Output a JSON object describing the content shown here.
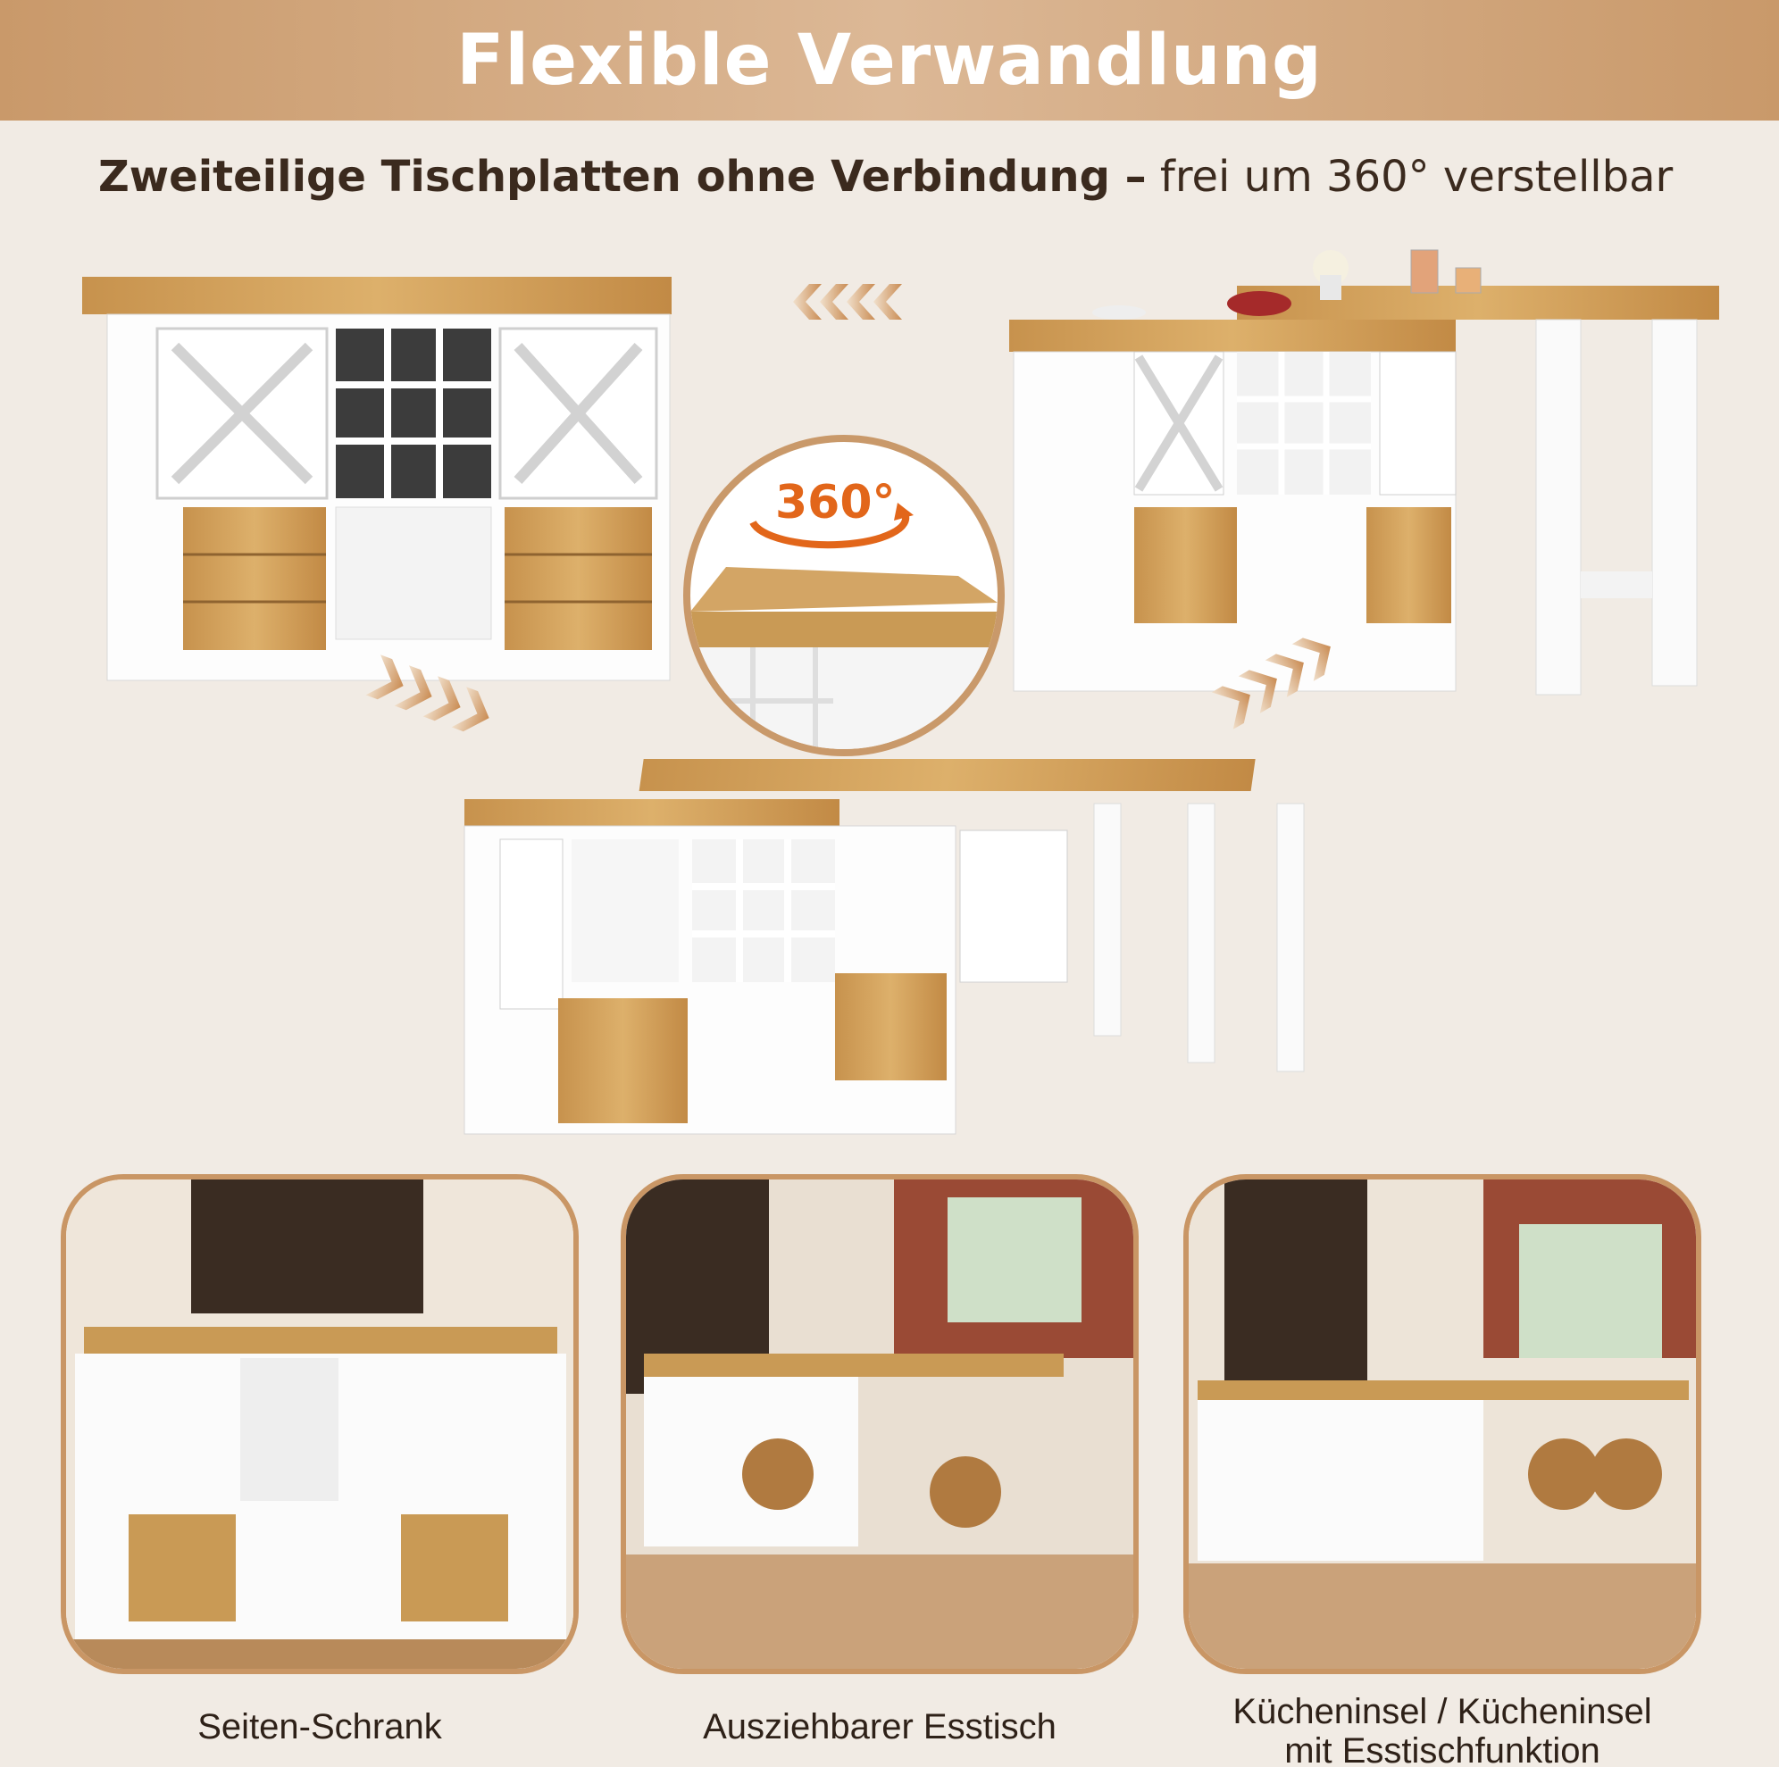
{
  "banner": {
    "title": "Flexible Verwandlung"
  },
  "subtitle": {
    "bold": "Zweiteilige Tischplatten ohne Verbindung –",
    "regular": " frei um 360° verstellbar"
  },
  "rotation_badge": {
    "label": "360°"
  },
  "captions": [
    {
      "text": "Seiten-Schrank"
    },
    {
      "text": "Ausziehbarer Esstisch"
    },
    {
      "line1": "Kücheninsel / Kücheninsel",
      "line2": "mit Esstischfunktion"
    }
  ],
  "colors": {
    "banner": "#d3a77c",
    "accent": "#e2661a",
    "border": "#c99665",
    "wood": "#c99a55",
    "cabinet": "#ffffff",
    "background": "#f1ebe4"
  },
  "icons": [
    "chevron-left-icon",
    "chevron-right-icon",
    "rotate-arrow-icon"
  ]
}
